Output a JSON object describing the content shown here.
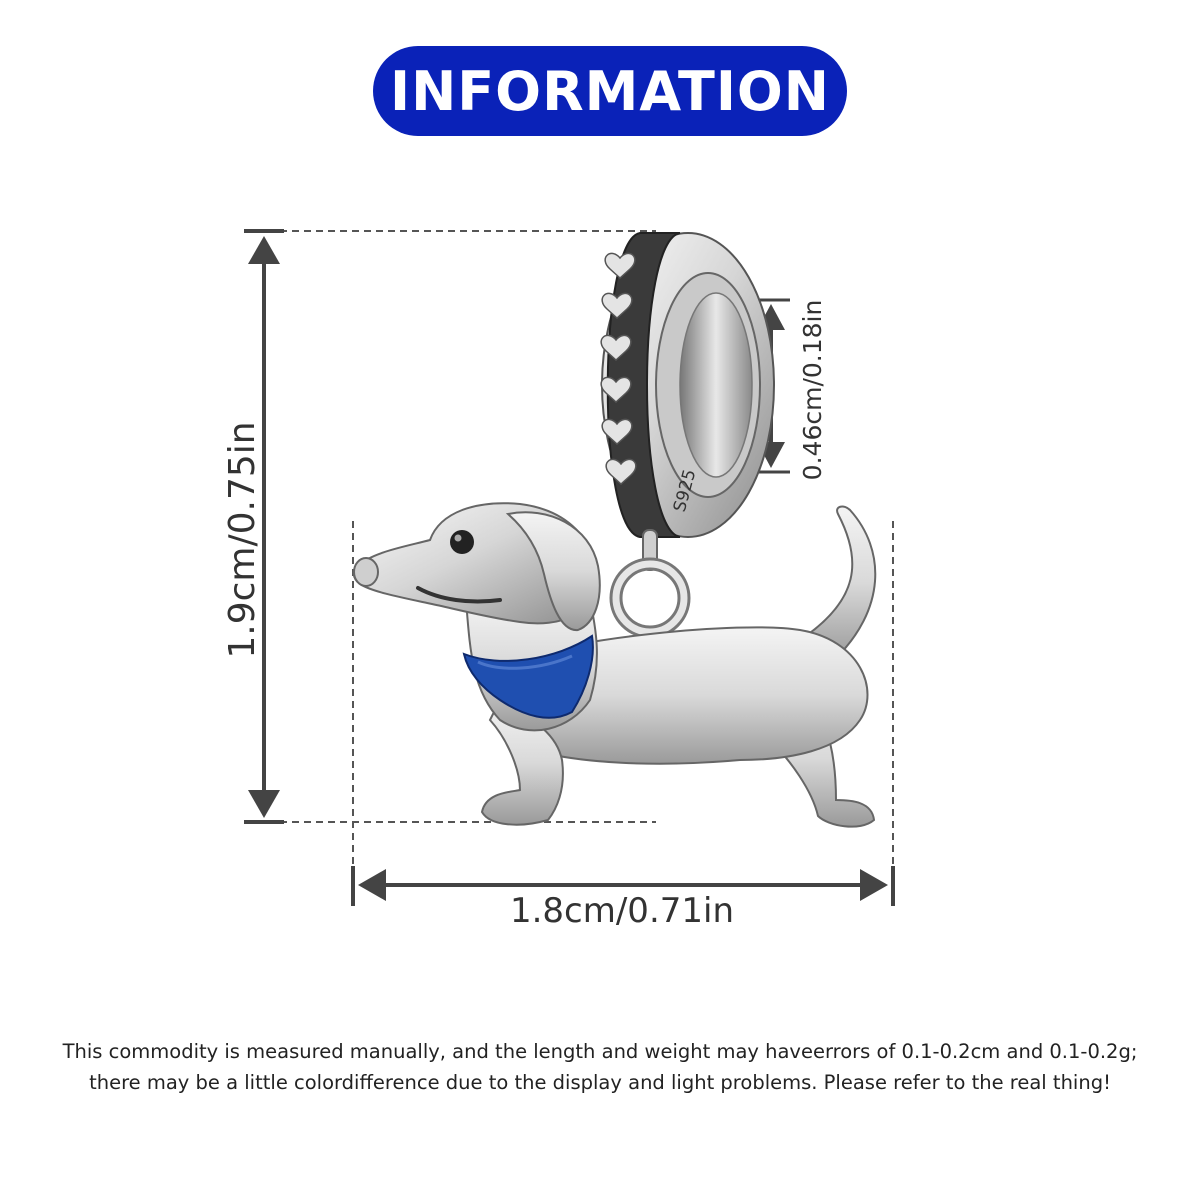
{
  "header": {
    "title": "INFORMATION",
    "color": "#0a22b8"
  },
  "dimensions": {
    "height_label": "1.9cm/0.75in",
    "width_label": "1.8cm/0.71in",
    "bail_hole_label": "0.46cm/0.18in",
    "stamp": "S925",
    "line_color": "#444444"
  },
  "product": {
    "bandana_color": "#1f4fb0"
  },
  "disclaimer": {
    "line1": "This commodity is measured manually, and the length and weight may haveerrors of 0.1-0.2cm and 0.1-0.2g;",
    "line2": "there may be a little colordifference due to the display and light problems. Please refer to the real thing!"
  }
}
